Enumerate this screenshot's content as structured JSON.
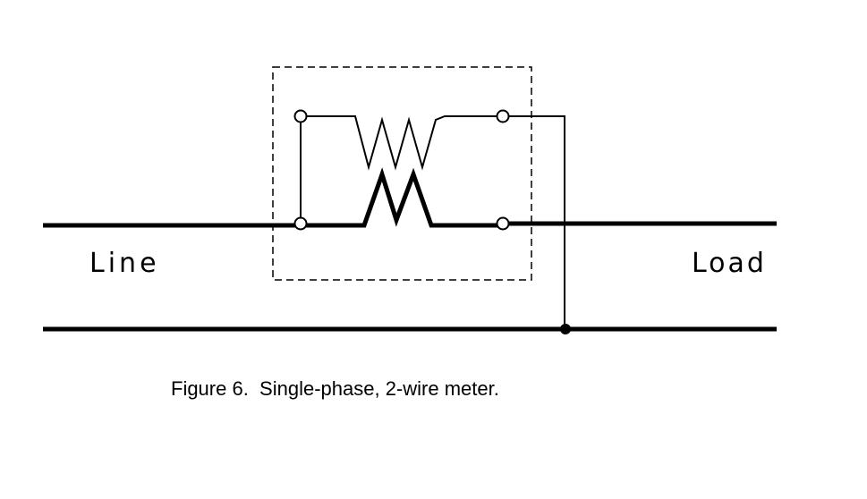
{
  "labels": {
    "line": "Line",
    "load": "Load"
  },
  "caption": "Figure 6.  Single-phase, 2-wire meter.",
  "colors": {
    "ink": "#000000",
    "background": "#ffffff"
  }
}
